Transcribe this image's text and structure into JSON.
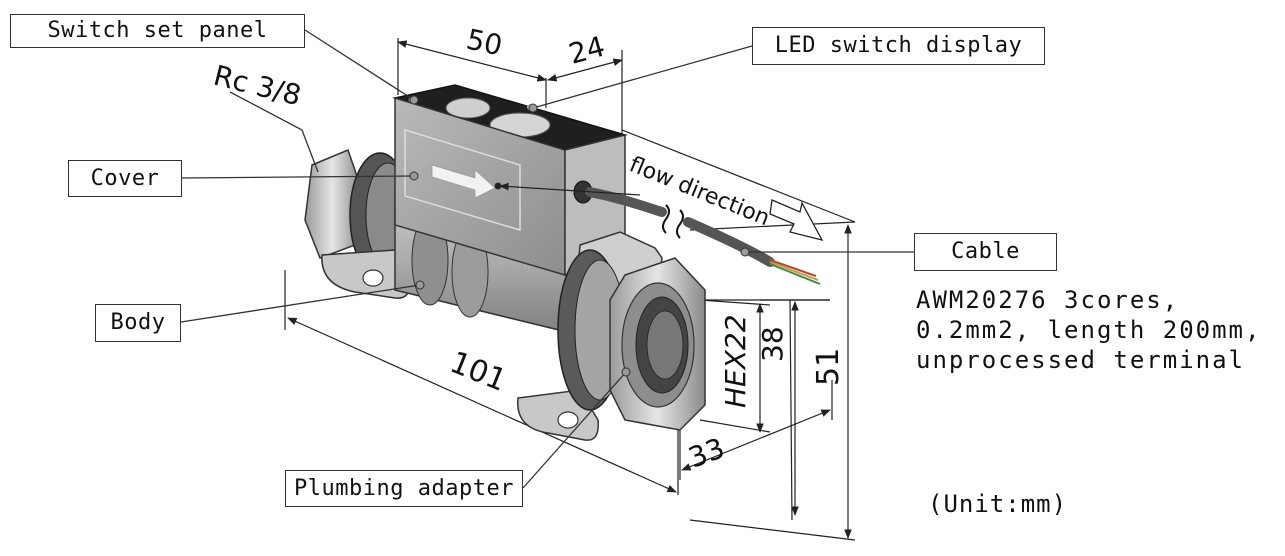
{
  "callouts": {
    "switch_set_panel": "Switch set panel",
    "led_switch_display": "LED switch display",
    "cover": "Cover",
    "cable": "Cable",
    "body": "Body",
    "plumbing_adapter": "Plumbing adapter"
  },
  "cable_spec": {
    "line1": "AWM20276 3cores,",
    "line2": "0.2mm2, length 200mm,",
    "line3": "unprocessed terminal"
  },
  "unit_note": "(Unit:mm)",
  "annotations": {
    "thread": "Rc 3/8",
    "flow_direction": "flow direction"
  },
  "dimensions": {
    "width_top": "50",
    "display_width": "24",
    "overall_length": "101",
    "adapter_length": "33",
    "hex": "HEX22",
    "height_38": "38",
    "height_51": "51"
  },
  "colors": {
    "metal_light": "#d9d9d9",
    "metal_mid": "#a8a8a8",
    "metal_dark": "#6e6e6e",
    "panel_black": "#1a1a1a",
    "line": "#333333"
  }
}
